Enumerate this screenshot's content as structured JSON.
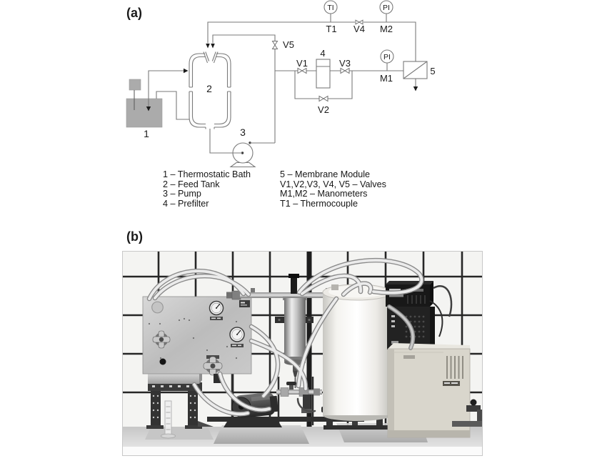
{
  "figure": {
    "panel_a": "(a)",
    "panel_b": "(b)"
  },
  "diagram": {
    "labels": {
      "ti": "TI",
      "pi": "PI",
      "t1": "T1",
      "v1": "V1",
      "v2": "V2",
      "v3": "V3",
      "v4": "V4",
      "v5": "V5",
      "m1": "M1",
      "m2": "M2",
      "c1": "1",
      "c2": "2",
      "c3": "3",
      "c4": "4",
      "c5": "5"
    }
  },
  "legend": {
    "left": [
      "1 – Thermostatic Bath",
      "2 – Feed Tank",
      "3 – Pump",
      "4 – Prefilter"
    ],
    "right": [
      "5 – Membrane Module",
      "V1,V2,V3, V4, V5 – Valves",
      "M1,M2 – Manometers",
      "T1 – Thermocouple"
    ]
  },
  "colors": {
    "diagram_line": "#7a7a7a",
    "bath_fill": "#ababab",
    "arrow": "#1c1c1c",
    "photo_grout": "#262626",
    "photo_wall": "#f4f4f2",
    "panel_metal": "#c2c2c2",
    "tank_white": "#f7f6f2",
    "bath_box_beige": "#d9d6cc",
    "electronics_dark": "#1e1e1e"
  }
}
